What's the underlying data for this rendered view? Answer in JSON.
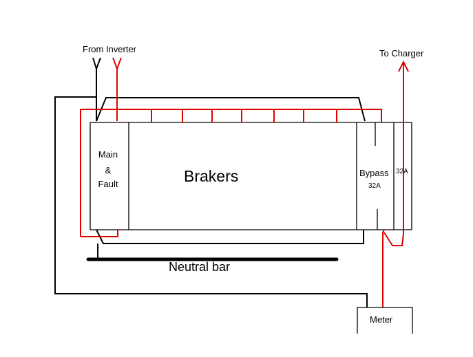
{
  "labels": {
    "from_inverter": "From Inverter",
    "to_charger": "To Charger",
    "main": "Main",
    "amp": "&",
    "fault": "Fault",
    "brakers": "Brakers",
    "bypass": "Bypass",
    "bypass_rating": "32A",
    "right_rating": "32A",
    "neutral_bar": "Neutral bar",
    "meter": "Meter"
  },
  "colors": {
    "live_wire": "#e00000",
    "neutral_wire": "#000000",
    "background": "#ffffff"
  }
}
